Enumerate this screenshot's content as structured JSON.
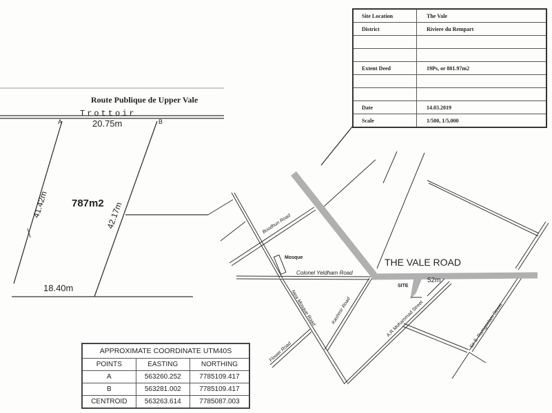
{
  "site_info": {
    "rows": [
      {
        "label": "Site Location",
        "value": "The Vale"
      },
      {
        "label": "District",
        "value": "Riviere du Rempart"
      },
      {
        "label": "",
        "value": ""
      },
      {
        "label": "",
        "value": ""
      },
      {
        "label": "Extent Deed",
        "value": "19Ps, or 801.97m2"
      },
      {
        "label": "",
        "value": ""
      },
      {
        "label": "",
        "value": ""
      },
      {
        "label": "Date",
        "value": "14.03.2019"
      },
      {
        "label": "Scale",
        "value": "1/500, 1/5,000"
      }
    ]
  },
  "plot": {
    "road_name": "Route Publique de Upper Vale",
    "sidewalk_label": "Trottoir",
    "point_a": "A",
    "point_b": "B",
    "top_side": "20.75m",
    "left_side": "41.42m",
    "right_side": "42.17m",
    "bottom_side": "18.40m",
    "area": "787m2"
  },
  "location_map": {
    "main_road": "THE VALE ROAD",
    "site_label": "SITE",
    "distance": "52m",
    "roads": [
      "Boodhun Road",
      "Colonel Yeldham Road",
      "New Mosque Road",
      "Kashmir Road",
      "Flower Road",
      "A.R Mohammad Street",
      "Sir S. Ramgoolam Street"
    ],
    "landmark": "Mosque"
  },
  "coordinates": {
    "title": "APPROXIMATE COORDINATE UTM40S",
    "headers": [
      "POINTS",
      "EASTING",
      "NORTHING"
    ],
    "rows": [
      [
        "A",
        "563260.252",
        "7785109.417"
      ],
      [
        "B",
        "563281.002",
        "7785109.417"
      ],
      [
        "CENTROID",
        "563263.614",
        "7785087.003"
      ]
    ]
  },
  "colors": {
    "ink": "#222222",
    "highlight_road": "#aaaaaa",
    "paper": "#fdfdfc"
  }
}
